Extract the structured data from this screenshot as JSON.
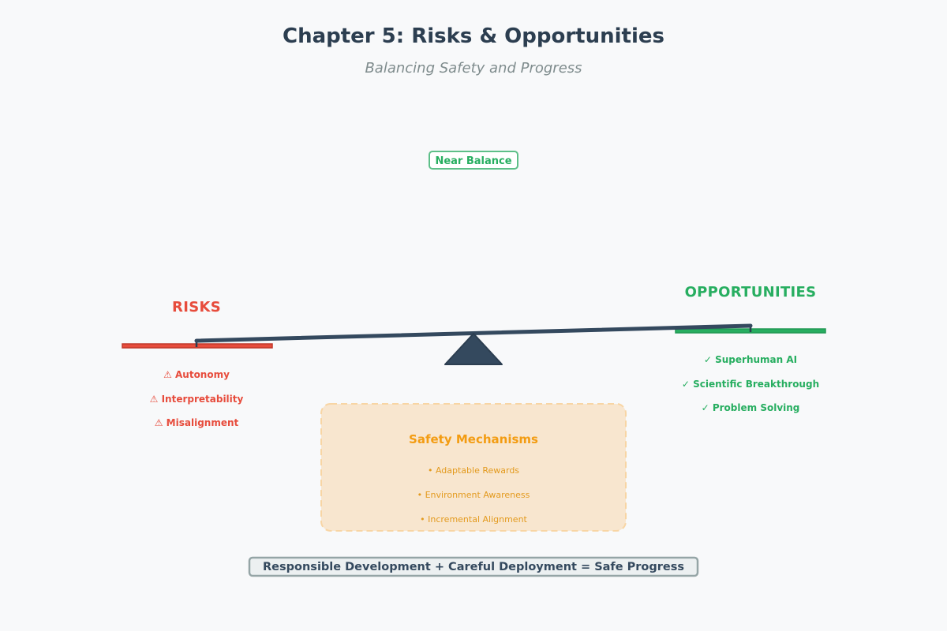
{
  "title": "Chapter 5: Risks & Opportunities",
  "subtitle": "Balancing Safety and Progress",
  "balance_status": "Near Balance",
  "risks": {
    "label": "RISKS",
    "items": [
      "⚠ Autonomy",
      "⚠ Interpretability",
      "⚠ Misalignment"
    ]
  },
  "opportunities": {
    "label": "OPPORTUNITIES",
    "items": [
      "✓ Superhuman AI",
      "✓ Scientific Breakthrough",
      "✓ Problem Solving"
    ]
  },
  "safety": {
    "title": "Safety Mechanisms",
    "items": [
      "• Adaptable Rewards",
      "• Environment Awareness",
      "• Incremental Alignment"
    ]
  },
  "footer": "Responsible Development + Careful Deployment = Safe Progress",
  "colors": {
    "title": "#2c3e50",
    "subtitle": "#7f8c8d",
    "risk": "#e74c3c",
    "opportunity": "#27ae60",
    "safety": "#f39c12",
    "safety_item": "#e39a1e",
    "beam": "#34495e",
    "footer_text": "#34495e"
  }
}
